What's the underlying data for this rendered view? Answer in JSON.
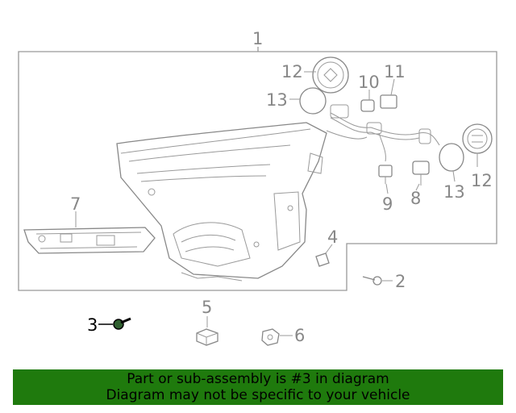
{
  "diagram": {
    "callouts": {
      "c1": "1",
      "c2": "2",
      "c3": "3",
      "c4": "4",
      "c5": "5",
      "c6": "6",
      "c7": "7",
      "c8": "8",
      "c9": "9",
      "c10": "10",
      "c11": "11",
      "c12a": "12",
      "c12b": "12",
      "c13a": "13",
      "c13b": "13"
    },
    "highlighted_part": "3"
  },
  "banner": {
    "line1": "Part or sub-assembly is #3 in diagram",
    "line2": "Diagram may not be specific to your vehicle",
    "color": "#1f7a0d"
  }
}
